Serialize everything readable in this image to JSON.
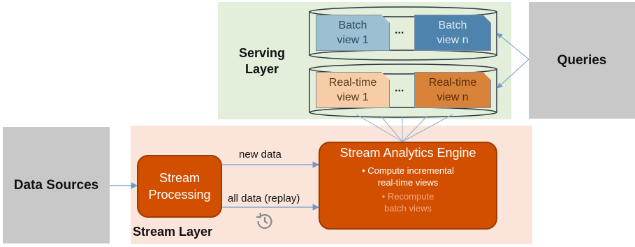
{
  "layers": {
    "serving": "Serving\nLayer",
    "stream": "Stream Layer"
  },
  "queries": "Queries",
  "data_sources": "Data Sources",
  "batch_views": [
    "Batch\nview 1",
    "Batch\nview n"
  ],
  "realtime_views": [
    "Real-time\nview 1",
    "Real-time\nview n"
  ],
  "ellipsis": "...",
  "stream_processing": "Stream\nProcessing",
  "engine": {
    "title": "Stream Analytics Engine",
    "bullets": [
      "• Compute incremental\nreal-time views",
      "• Recompute\nbatch views"
    ]
  },
  "edges": {
    "new_data": "new data",
    "all_data": "all data (replay)"
  },
  "colors": {
    "serving_bg": "#e3efdb",
    "stream_bg": "#fbe4da",
    "box_gray": "#c8c8c8",
    "engine_orange": "#d24f00",
    "arrow_blue": "#6f9bcc"
  },
  "icons": {
    "replay": "history-icon"
  }
}
